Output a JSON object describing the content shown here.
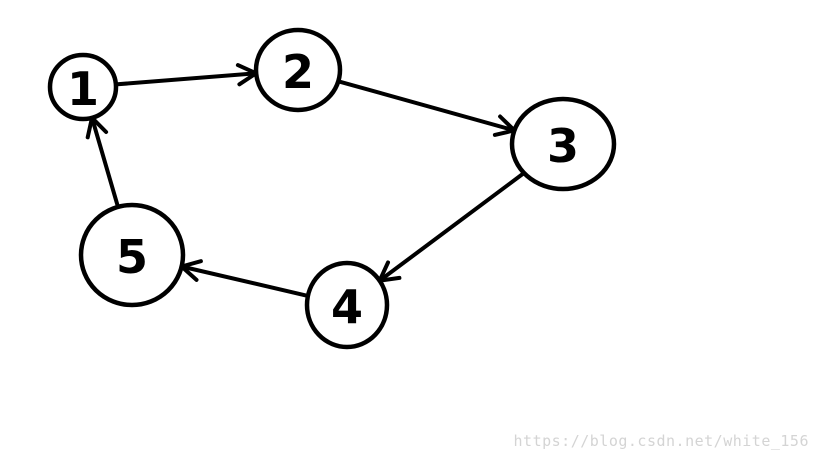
{
  "graph": {
    "nodes": [
      {
        "id": "n1",
        "label": "1"
      },
      {
        "id": "n2",
        "label": "2"
      },
      {
        "id": "n3",
        "label": "3"
      },
      {
        "id": "n4",
        "label": "4"
      },
      {
        "id": "n5",
        "label": "5"
      }
    ],
    "edges": [
      {
        "from": "n1",
        "to": "n2"
      },
      {
        "from": "n2",
        "to": "n3"
      },
      {
        "from": "n3",
        "to": "n4"
      },
      {
        "from": "n4",
        "to": "n5"
      },
      {
        "from": "n5",
        "to": "n1"
      }
    ]
  },
  "watermark": {
    "text": "https://blog.csdn.net/white_156",
    "color": "#d4d4d4"
  }
}
